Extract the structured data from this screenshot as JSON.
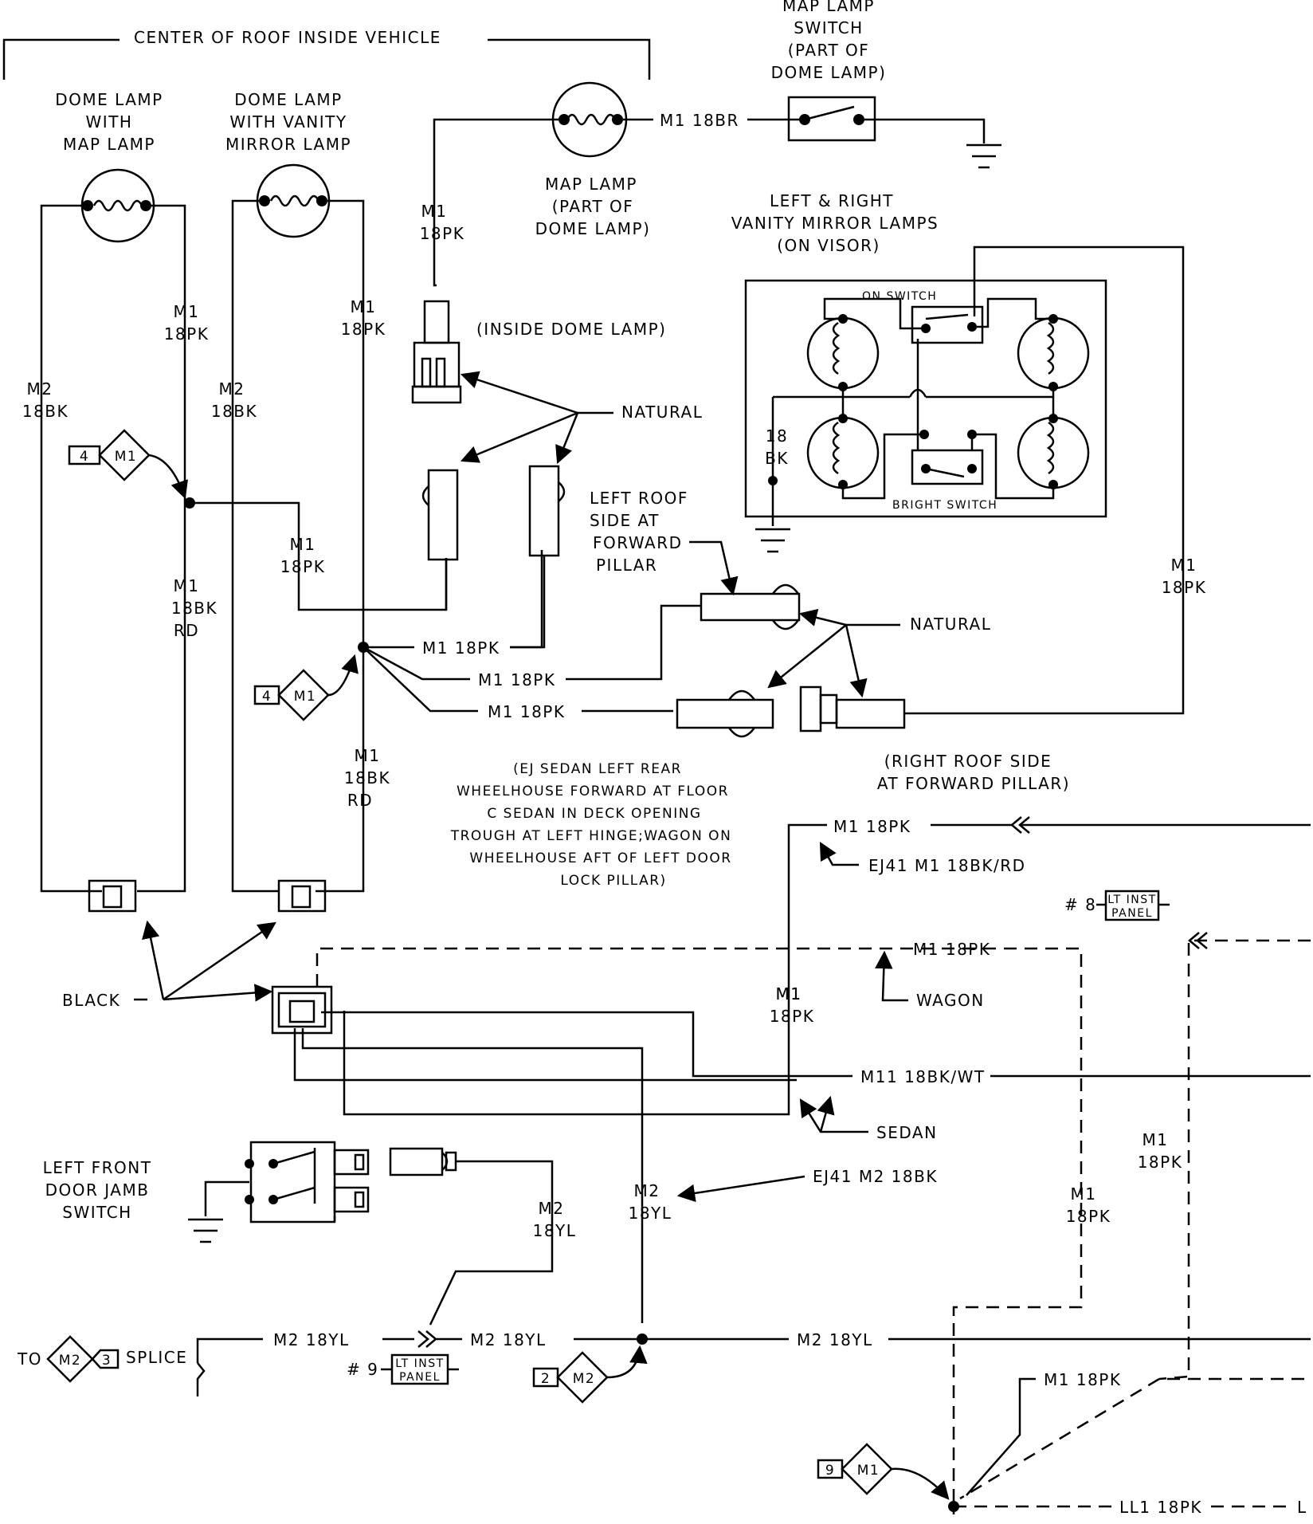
{
  "header": {
    "title": "CENTER OF ROOF INSIDE VEHICLE"
  },
  "components": {
    "dome_map": [
      "DOME LAMP",
      "WITH",
      "MAP LAMP"
    ],
    "dome_vanity": [
      "DOME LAMP",
      "WITH VANITY",
      "MIRROR LAMP"
    ],
    "map_lamp": [
      "MAP LAMP",
      "(PART OF",
      "DOME LAMP)"
    ],
    "map_switch": [
      "MAP LAMP",
      "SWITCH",
      "(PART OF",
      "DOME LAMP)"
    ],
    "vanity": [
      "LEFT & RIGHT",
      "VANITY MIRROR LAMPS",
      "(ON VISOR)"
    ],
    "on_switch": "ON SWITCH",
    "bright_switch": "BRIGHT SWITCH",
    "inside_dome": "(INSIDE DOME LAMP)",
    "left_roof": [
      "LEFT ROOF",
      "SIDE AT",
      "FORWARD",
      "PILLAR"
    ],
    "right_roof": [
      "(RIGHT ROOF SIDE",
      "AT FORWARD PILLAR)"
    ],
    "ground_note": [
      "(EJ SEDAN LEFT REAR",
      "WHEELHOUSE FORWARD AT FLOOR",
      "C SEDAN IN DECK OPENING",
      "TROUGH AT LEFT HINGE;WAGON ON",
      "WHEELHOUSE AFT OF LEFT DOOR",
      "LOCK PILLAR)"
    ],
    "door_jamb": [
      "LEFT FRONT",
      "DOOR JAMB",
      "SWITCH"
    ],
    "to_splice": "TO",
    "splice": "SPLICE"
  },
  "callouts": {
    "natural": "NATURAL",
    "black": "BLACK",
    "wagon": "WAGON",
    "sedan": "SEDAN"
  },
  "wires": {
    "m1_18br": "M1  18BR",
    "m1": "M1",
    "m2": "M2",
    "c18pk": "18PK",
    "c18bk": "18BK",
    "c18yl": "18YL",
    "rd": "RD",
    "m1_18pk": "M1  18PK",
    "m2_18yl": "M2  18YL",
    "m11": "M11  18BK/WT",
    "ej41_m1": "EJ41  M1  18BK/RD",
    "ej41_m2": "EJ41  M2  18BK",
    "ll1": "LL1  18PK",
    "l": "L",
    "c18": "18",
    "bk": "BK"
  },
  "connectors": {
    "c4": "4",
    "c2": "2",
    "c9": "9",
    "c3": "3",
    "m1": "M1",
    "m2": "M2",
    "hash8": "# 8",
    "hash9": "# 9",
    "lt_inst": "LT INST",
    "panel": "PANEL"
  }
}
